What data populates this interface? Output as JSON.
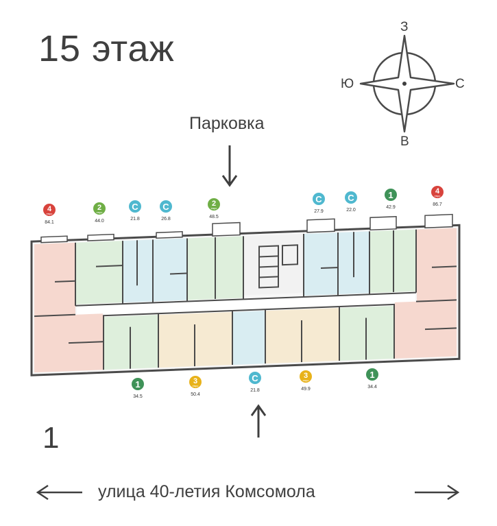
{
  "floor_title": "15 этаж",
  "parking_label": "Парковка",
  "section_number": "1",
  "street_label": "улица 40-летия Комсомола",
  "compass": {
    "north": "З",
    "south": "В",
    "west": "Ю",
    "east": "С"
  },
  "colors": {
    "red": "#d8433c",
    "green": "#6fae45",
    "dark_green": "#3f9258",
    "teal": "#4fb8cf",
    "yellow": "#e8b21a",
    "wall": "#4a4a4a",
    "room_red": "#f6d8cf",
    "room_green": "#deefdc",
    "room_teal": "#d9edf2",
    "room_yellow": "#f6ead2"
  },
  "apartments_top": [
    {
      "type": "4",
      "sub": "евро",
      "area": "84.1",
      "color": "red"
    },
    {
      "type": "2",
      "sub": "евро",
      "area": "44.0",
      "color": "green"
    },
    {
      "type": "С",
      "sub": "",
      "area": "21.8",
      "color": "teal"
    },
    {
      "type": "С",
      "sub": "",
      "area": "26.8",
      "color": "teal"
    },
    {
      "type": "2",
      "sub": "евро",
      "area": "48.5",
      "color": "green"
    },
    {
      "type": "С",
      "sub": "",
      "area": "27.9",
      "color": "teal"
    },
    {
      "type": "С",
      "sub": "",
      "area": "22.0",
      "color": "teal"
    },
    {
      "type": "1",
      "sub": "",
      "area": "42.9",
      "color": "dark_green"
    },
    {
      "type": "4",
      "sub": "евро",
      "area": "86.7",
      "color": "red"
    }
  ],
  "apartments_bottom": [
    {
      "type": "1",
      "sub": "",
      "area": "34.5",
      "color": "dark_green"
    },
    {
      "type": "3",
      "sub": "евро",
      "area": "50.4",
      "color": "yellow"
    },
    {
      "type": "С",
      "sub": "",
      "area": "21.8",
      "color": "teal"
    },
    {
      "type": "3",
      "sub": "евро",
      "area": "49.9",
      "color": "yellow"
    },
    {
      "type": "1",
      "sub": "",
      "area": "34.4",
      "color": "dark_green"
    }
  ]
}
